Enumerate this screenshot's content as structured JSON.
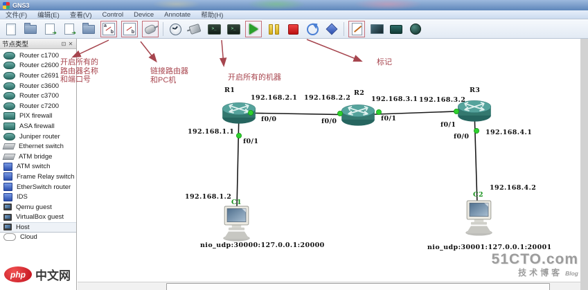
{
  "window": {
    "title": "GNS3"
  },
  "menubar": {
    "items": [
      "文件(F)",
      "编辑(E)",
      "查看(V)",
      "Control",
      "Device",
      "Annotate",
      "帮助(H)"
    ]
  },
  "toolbar": {
    "icons": [
      "new-topology-icon",
      "open-topology-icon",
      "save-icon",
      "save-as-icon",
      "project-folder-icon",
      "show-hostnames-icon",
      "show-interface-names-icon",
      "add-link-icon",
      "idlepc-clock-icon",
      "connector-icon",
      "console-icon",
      "console-aux-icon",
      "start-all-icon",
      "suspend-all-icon",
      "stop-all-icon",
      "reload-all-icon",
      "snapshot-cube-icon",
      "add-note-icon",
      "insert-picture-icon",
      "draw-rectangle-icon",
      "draw-ellipse-icon"
    ]
  },
  "sidebar": {
    "title": "节点类型",
    "items": [
      {
        "label": "Router c1700",
        "icon": "router"
      },
      {
        "label": "Router c2600",
        "icon": "router"
      },
      {
        "label": "Router c2691",
        "icon": "router"
      },
      {
        "label": "Router c3600",
        "icon": "router"
      },
      {
        "label": "Router c3700",
        "icon": "router"
      },
      {
        "label": "Router c7200",
        "icon": "router"
      },
      {
        "label": "PIX firewall",
        "icon": "firewall"
      },
      {
        "label": "ASA firewall",
        "icon": "firewall"
      },
      {
        "label": "Juniper router",
        "icon": "router"
      },
      {
        "label": "Ethernet switch",
        "icon": "switch"
      },
      {
        "label": "ATM bridge",
        "icon": "switch"
      },
      {
        "label": "ATM switch",
        "icon": "blue-switch"
      },
      {
        "label": "Frame Relay switch",
        "icon": "blue-switch"
      },
      {
        "label": "EtherSwitch router",
        "icon": "blue-switch"
      },
      {
        "label": "IDS",
        "icon": "blue-switch"
      },
      {
        "label": "Qemu guest",
        "icon": "host"
      },
      {
        "label": "VirtualBox guest",
        "icon": "host"
      },
      {
        "label": "Host",
        "icon": "host",
        "selected": true
      },
      {
        "label": "Cloud",
        "icon": "cloud"
      }
    ]
  },
  "annotations": {
    "note1": {
      "lines": [
        "开启所有的",
        "路由器名称",
        "和端口号"
      ]
    },
    "note2": {
      "lines": [
        "链接路由器",
        "和PC机"
      ]
    },
    "note3": {
      "text": "开启所有的机器"
    },
    "note4": {
      "text": "标记"
    }
  },
  "topology": {
    "devices": {
      "r1": "R1",
      "r2": "R2",
      "r3": "R3",
      "c1": "C1",
      "c2": "C2"
    },
    "ips": {
      "r1_f00": "192.168.2.1",
      "r2_f00": "192.168.2.2",
      "r2_f01": "192.168.3.1",
      "r3_f01": "192.168.3.2",
      "r1_f01": "192.168.1.1",
      "r3_f00": "192.168.4.1",
      "c1": "192.168.1.2",
      "c2": "192.168.4.2"
    },
    "interfaces": {
      "r1_f00": "f0/0",
      "r2_f00": "f0/0",
      "r2_f01": "f0/1",
      "r3_f01": "f0/1",
      "r1_f01": "f0/1",
      "r3_f00": "f0/0"
    },
    "nio": {
      "c1": "nio_udp:30000:127.0.0.1:20000",
      "c2": "nio_udp:30001:127.0.0.1:20001"
    }
  },
  "watermarks": {
    "php_badge": "php",
    "php_text": "中文网",
    "cto_title": "51CTO.com",
    "cto_sub": "技术博客",
    "cto_blog": "Blog"
  },
  "colors": {
    "annotation_red": "#a8454e",
    "router_teal": "#3f8a84",
    "port_dot_green": "#2ed12e",
    "pc_label_green": "#17911c"
  }
}
